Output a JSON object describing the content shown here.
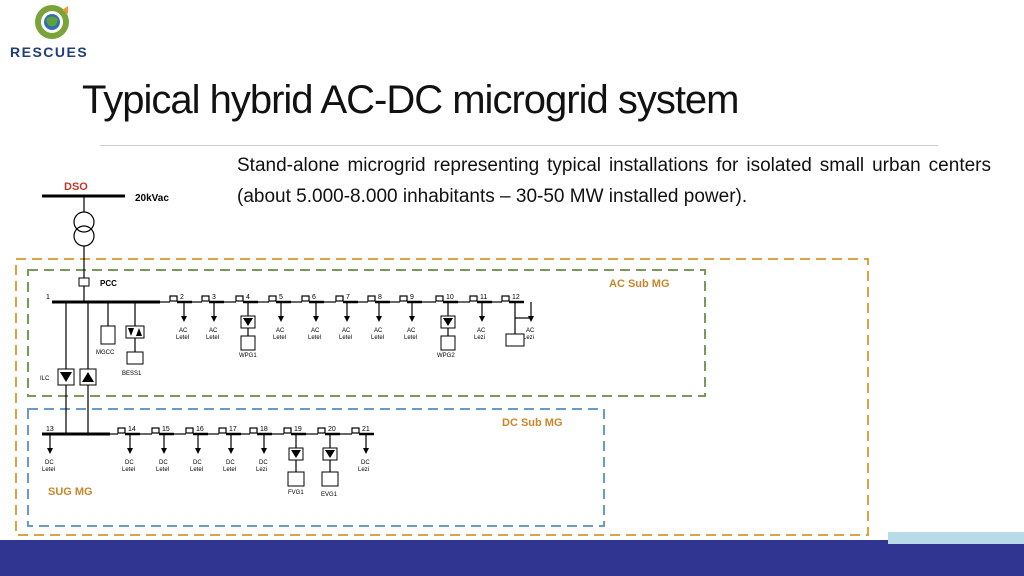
{
  "header": {
    "logo_text": "RESCUES",
    "title": "Typical hybrid AC-DC microgrid system"
  },
  "description": "Stand-alone microgrid representing typical installations for isolated small urban centers (about 5.000-8.000 inhabitants – 30-50 MW installed power).",
  "diagram": {
    "dso_label": "DSO",
    "voltage_label": "20kVac",
    "pcc_label": "PCC",
    "ac_sub_label": "AC Sub MG",
    "dc_sub_label": "DC Sub MG",
    "sug_label": "SUG MG",
    "ilc_label": "ILC",
    "mgcc_label": "MGCC",
    "bess_label": "BESS1",
    "wpg1_label": "WPG1",
    "wpg2_label": "WPG2",
    "fvg1_label": "FVG1",
    "evg1_label": "EVG1",
    "ac_bus_numbers": [
      "1",
      "2",
      "3",
      "4",
      "5",
      "6",
      "7",
      "8",
      "9",
      "10",
      "11",
      "12"
    ],
    "dc_bus_numbers": [
      "13",
      "14",
      "15",
      "16",
      "17",
      "18",
      "19",
      "20",
      "21"
    ],
    "ac_loads": [
      {
        "top": "AC",
        "bottom": "Letel"
      },
      {
        "top": "AC",
        "bottom": "Letel"
      },
      {
        "top": "AC",
        "bottom": "Letel"
      },
      {
        "top": "AC",
        "bottom": "Letel"
      },
      {
        "top": "AC",
        "bottom": "Letel"
      },
      {
        "top": "AC",
        "bottom": "Letel"
      },
      {
        "top": "AC",
        "bottom": "Letel"
      },
      {
        "top": "AC",
        "bottom": "Lezi"
      },
      {
        "top": "AC",
        "bottom": "Lezi"
      }
    ],
    "dc_loads": [
      {
        "top": "DC",
        "bottom": "Letel"
      },
      {
        "top": "DC",
        "bottom": "Letel"
      },
      {
        "top": "DC",
        "bottom": "Letel"
      },
      {
        "top": "DC",
        "bottom": "Letel"
      },
      {
        "top": "DC",
        "bottom": "Letel"
      },
      {
        "top": "DC",
        "bottom": "Lezi"
      },
      {
        "top": "DC",
        "bottom": "Lezi"
      }
    ],
    "colors": {
      "dso": "#c0392b",
      "ac_box": "#7a9a5a",
      "dc_box": "#6a9ac8",
      "outer_box": "#d9a441",
      "ac_text": "#c9862a",
      "dc_text": "#c9862a",
      "sug_text": "#c9862a"
    }
  }
}
